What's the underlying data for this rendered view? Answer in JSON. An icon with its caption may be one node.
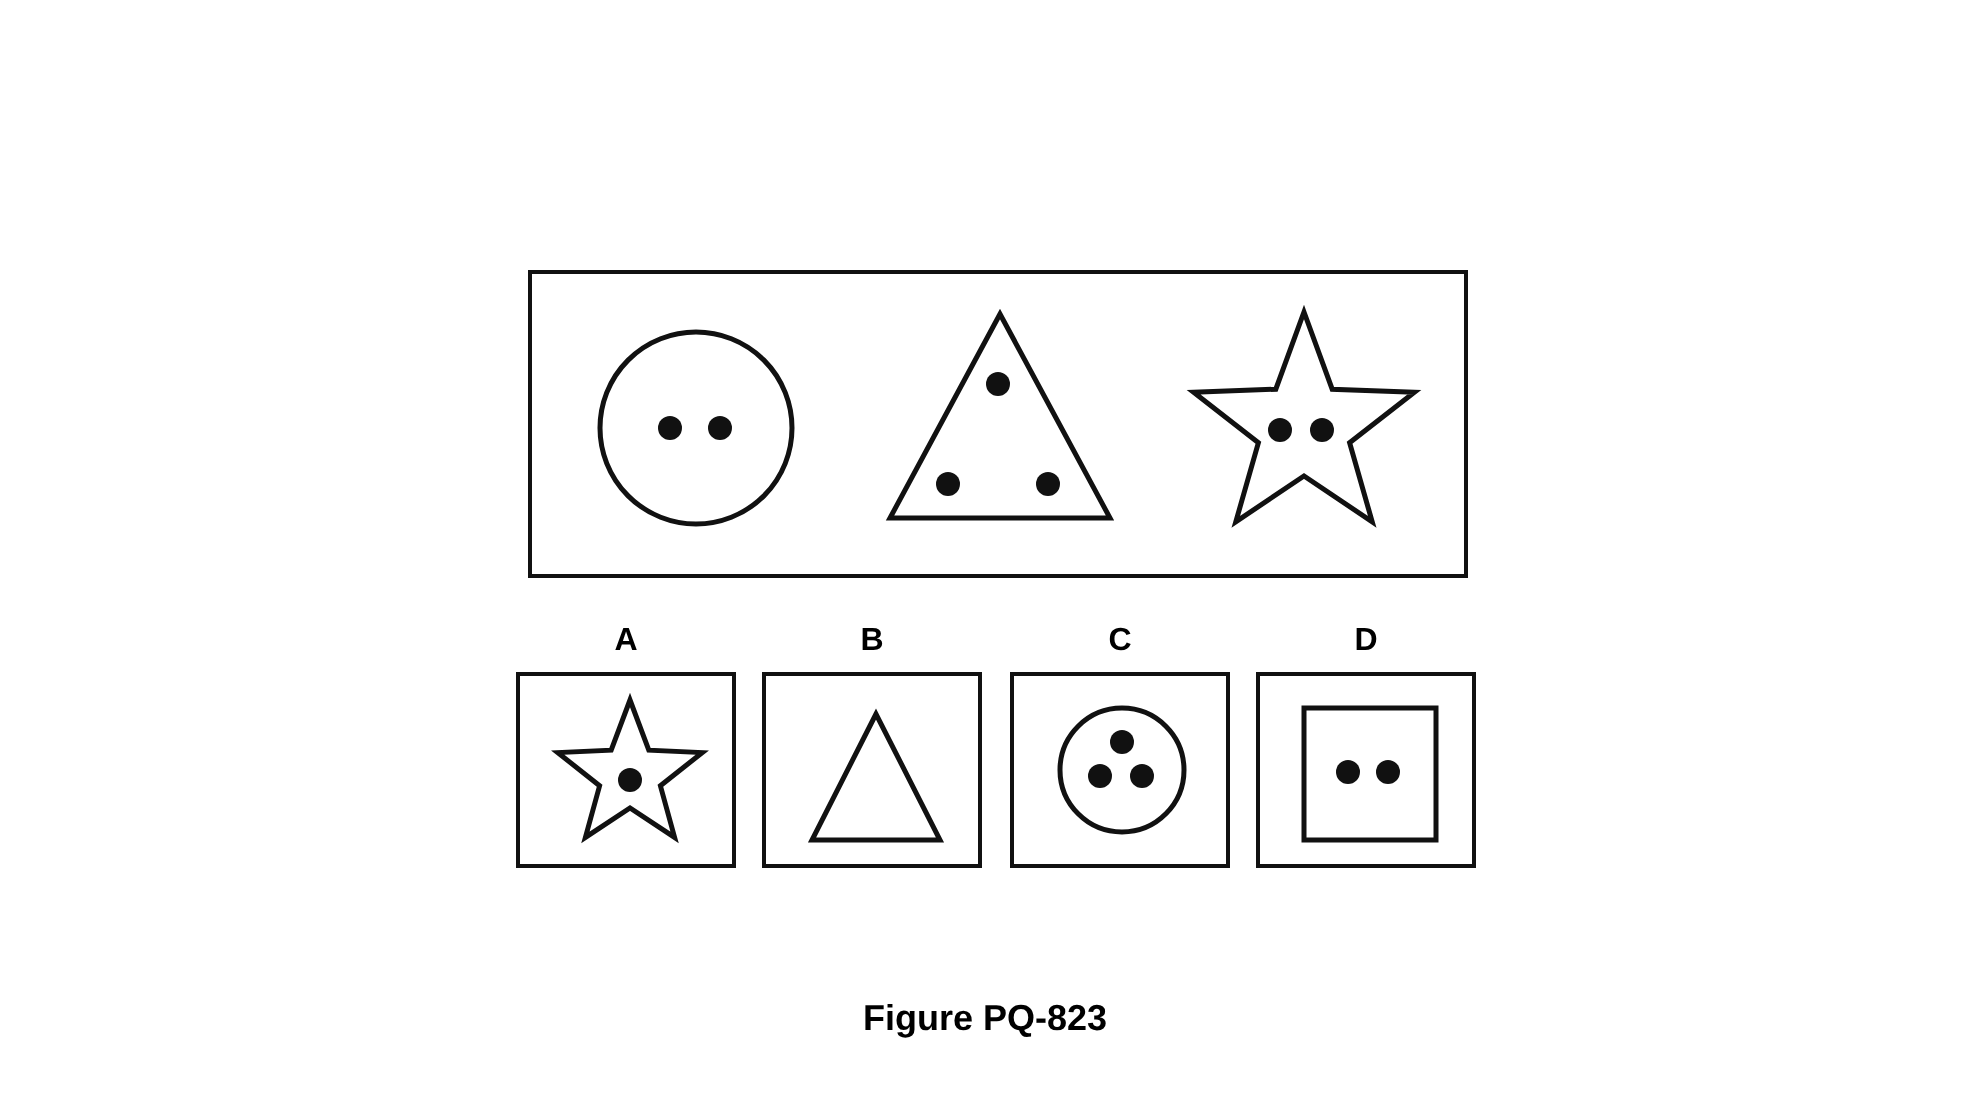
{
  "diagram": {
    "caption": "Figure PQ-823",
    "nodes": [
      {
        "text": [],
        "shape": "box"
      },
      {
        "text": [
          "A"
        ]
      },
      {
        "text": [
          "B"
        ]
      },
      {
        "text": [
          "C"
        ]
      },
      {
        "text": [
          "D"
        ]
      }
    ],
    "edges": []
  }
}
